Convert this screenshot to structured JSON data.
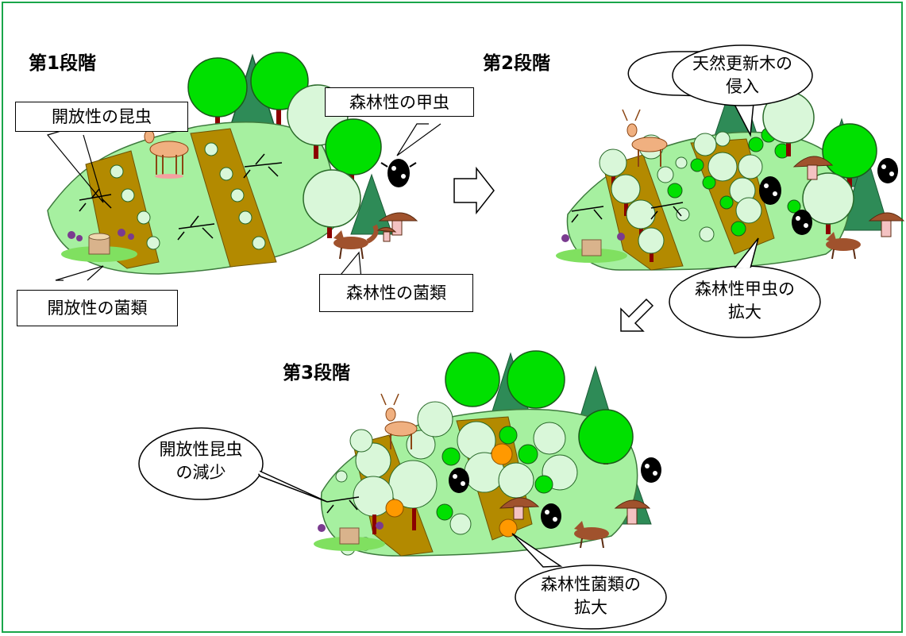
{
  "stages": {
    "stage1": {
      "title": "第1段階"
    },
    "stage2": {
      "title": "第2段階"
    },
    "stage3": {
      "title": "第3段階"
    }
  },
  "labels": {
    "open_insects": "開放性の昆虫",
    "forest_beetles": "森林性の甲虫",
    "open_fungi": "開放性の菌類",
    "forest_fungi": "森林性の菌類"
  },
  "bubbles": {
    "natural_regen": [
      "天然更新木の",
      "侵入"
    ],
    "forest_beetle_expand": [
      "森林性甲虫の",
      "拡大"
    ],
    "open_insect_decrease": [
      "開放性昆虫",
      "の減少"
    ],
    "forest_fungi_expand": [
      "森林性菌類の",
      "拡大"
    ]
  },
  "colors": {
    "border": "#1aa64a",
    "pale_green": "#a6f0a0",
    "dark_field": "#b38a00",
    "tree_bright": "#00e000",
    "tree_pale": "#d9f7d9",
    "conifer": "#2e8b57",
    "trunk": "#8b0000",
    "orange": "#ff9900"
  }
}
